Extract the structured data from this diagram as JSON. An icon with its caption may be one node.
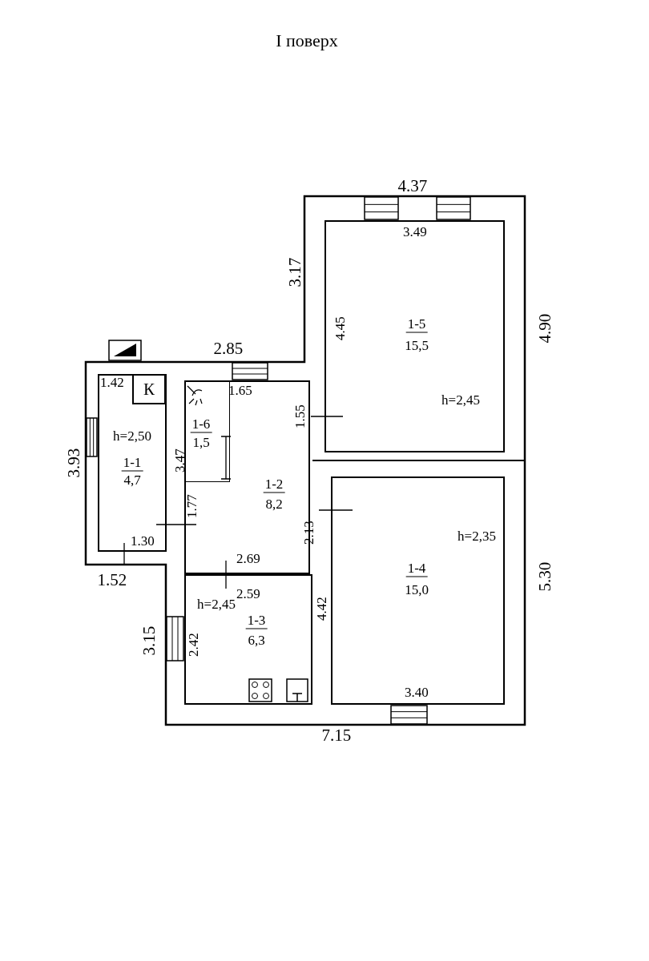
{
  "diagram": {
    "title": "І поверх",
    "nodes": [
      {
        "text": [
          "h=2,50",
          "1-1",
          "4,7"
        ]
      },
      {
        "text": [
          "1-2",
          "8,2"
        ]
      },
      {
        "text": [
          "1-6",
          "1,5"
        ],
        "in": 1
      },
      {
        "text": [
          "h=2,45",
          "1-3",
          "6,3"
        ]
      },
      {
        "text": [
          "h=2,35",
          "1-4",
          "15,0"
        ]
      },
      {
        "text": [
          "1-5",
          "15,5",
          "h=2,45"
        ]
      },
      {
        "text": [
          "К"
        ],
        "in": 0
      }
    ],
    "labels": [
      "4.37",
      "3.49",
      "3.17",
      "4.45",
      "4.90",
      "2.85",
      "1.42",
      "1.65",
      "1.55",
      "3.93",
      "3.47",
      "1.77",
      "2.13",
      "1.30",
      "1.52",
      "2.69",
      "2.59",
      "5.30",
      "4.42",
      "3.15",
      "2.42",
      "3.40",
      "7.15"
    ]
  }
}
